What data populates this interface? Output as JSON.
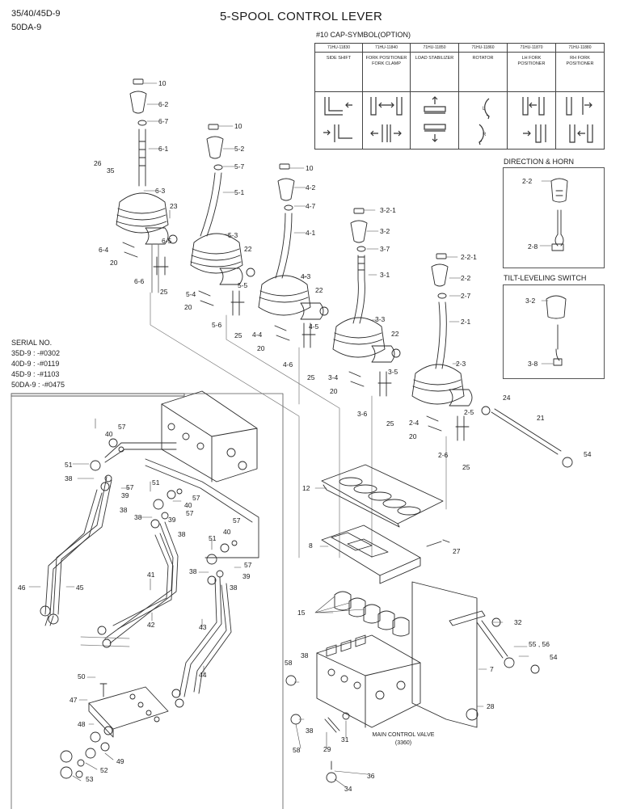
{
  "models": [
    "35/40/45D-9",
    "50DA-9"
  ],
  "title": "5-SPOOL CONTROL LEVER",
  "cap_symbol": {
    "title": "#10 CAP-SYMBOL(OPTION)",
    "columns": [
      {
        "code": "71HU-11830",
        "function": "SIDE SHIFT"
      },
      {
        "code": "71HU-11840",
        "function": "FORK POSITIONER FORK CLAMP"
      },
      {
        "code": "71HU-11850",
        "function": "LOAD STABILIZER"
      },
      {
        "code": "71HU-11860",
        "function": "ROTATOR"
      },
      {
        "code": "71HU-11870",
        "function": "LH FORK POSITIONER"
      },
      {
        "code": "71HU-11880",
        "function": "RH FORK POSITIONER"
      }
    ],
    "symbol_icons": [
      "side-shift-icon",
      "fork-positioner-icon",
      "load-stabilizer-icon",
      "rotator-icon",
      "lh-fork-positioner-icon",
      "rh-fork-positioner-icon"
    ]
  },
  "direction_horn": {
    "title": "DIRECTION & HORN",
    "labels": [
      "2-2",
      "2-8"
    ]
  },
  "tilt_leveling": {
    "title": "TILT-LEVELING SWITCH",
    "labels": [
      "3-2",
      "3-8"
    ]
  },
  "serial": {
    "title": "SERIAL NO.",
    "lines": [
      "35D-9 : -#0302",
      "40D-9 : -#0119",
      "45D-9 : -#1103",
      "50DA-9 : -#0475"
    ]
  },
  "main_valve": {
    "name": "MAIN CONTROL VALVE",
    "code": "(3360)"
  },
  "callouts": {
    "lever6": [
      "10",
      "6-2",
      "6-7",
      "6-1",
      "6-3",
      "6-4",
      "6-5",
      "6-6",
      "20",
      "25"
    ],
    "lever5": [
      "10",
      "5-2",
      "5-7",
      "5-1",
      "5-3",
      "5-4",
      "5-5",
      "5-6",
      "20",
      "25"
    ],
    "lever4": [
      "10",
      "4-2",
      "4-7",
      "4-1",
      "4-3",
      "4-4",
      "4-5",
      "4-6",
      "20",
      "25"
    ],
    "lever3": [
      "3-2-1",
      "3-2",
      "3-7",
      "3-1",
      "3-3",
      "3-4",
      "3-5",
      "3-6",
      "20",
      "25"
    ],
    "lever2": [
      "2-2-1",
      "2-2",
      "2-7",
      "2-1",
      "2-3",
      "2-4",
      "2-5",
      "2-6",
      "20",
      "25"
    ],
    "misc": [
      "26",
      "35",
      "23",
      "22",
      "22",
      "22",
      "24",
      "21",
      "54",
      "12",
      "8",
      "27",
      "15",
      "32",
      "55 , 56",
      "54",
      "7",
      "28",
      "58",
      "38",
      "58",
      "38",
      "29",
      "31",
      "36",
      "34"
    ],
    "hoses": [
      "57",
      "40",
      "51",
      "38",
      "57",
      "39",
      "38",
      "51",
      "57",
      "40",
      "57",
      "38",
      "39",
      "38",
      "57",
      "51",
      "40",
      "38",
      "57",
      "39",
      "38",
      "46",
      "45",
      "41",
      "42",
      "43",
      "44",
      "50",
      "47",
      "48",
      "49",
      "52",
      "53"
    ]
  }
}
